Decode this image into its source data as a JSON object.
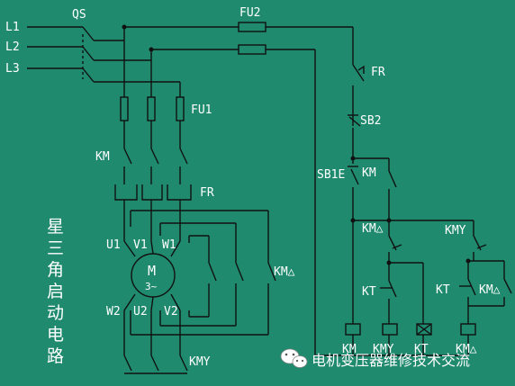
{
  "colors": {
    "background": "#1f8a6e",
    "line": "#111111",
    "text": "#ffffff",
    "watermark_bg": "#ffffff",
    "watermark_text": "#ffffff"
  },
  "labels": {
    "l1": "L1",
    "l2": "L2",
    "l3": "L3",
    "qs": "QS",
    "fu2": "FU2",
    "fu1": "FU1",
    "km_main": "KM",
    "fr_main": "FR",
    "u1": "U1",
    "v1": "V1",
    "w1": "W1",
    "w2": "W2",
    "u2": "U2",
    "v2": "V2",
    "motor_m": "M",
    "motor_3": "3~",
    "km_delta_main": "KM△",
    "kmy_main": "KMY",
    "fr_ctrl": "FR",
    "sb2": "SB2",
    "sb1": "SB1E",
    "km_hold": "KM",
    "km_delta_nc": "KM△",
    "kmy_nc": "KMY",
    "kt_left": "KT",
    "kt_right": "KT",
    "km_delta_nc2": "KM△",
    "coil_km": "KM",
    "coil_kmy": "KMY",
    "coil_kt": "KT",
    "coil_kmdelta": "KM△"
  },
  "title_chars": [
    "星",
    "三",
    "角",
    "启",
    "动",
    "电",
    "路"
  ],
  "watermark": {
    "icon": "wechat-icon",
    "text": "电机变压器维修技术交流"
  }
}
